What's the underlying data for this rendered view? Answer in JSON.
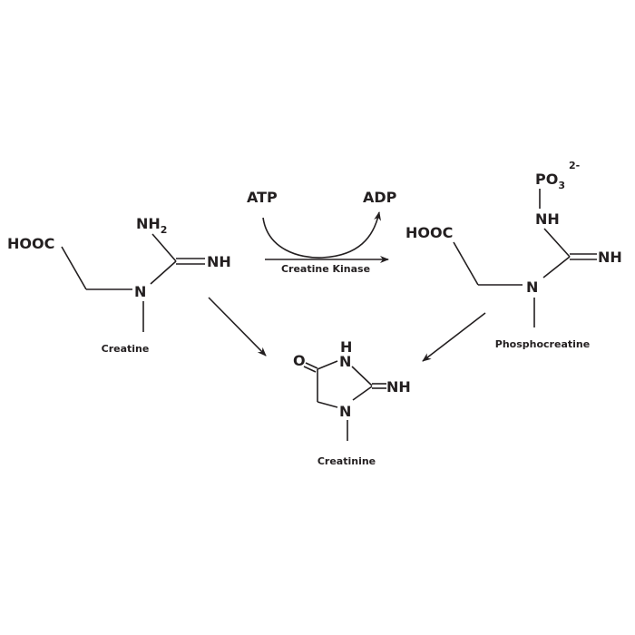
{
  "creatine": {
    "hooc": "HOOC",
    "n": "N",
    "nh2": "NH",
    "nh2_sub": "2",
    "nh": "NH",
    "label": "Creatine"
  },
  "reaction": {
    "atp": "ATP",
    "adp": "ADP",
    "enzyme": "Creatine Kinase"
  },
  "phosphocreatine": {
    "hooc": "HOOC",
    "n": "N",
    "nh_top": "NH",
    "po": "PO",
    "po_sub": "3",
    "charge": "2-",
    "nh": "NH",
    "label": "Phosphocreatine"
  },
  "creatinine": {
    "o": "O",
    "h": "H",
    "n_top": "N",
    "nh": "NH",
    "n_bottom": "N",
    "label": "Creatinine"
  },
  "colors": {
    "ink": "#231f20",
    "background": "#ffffff"
  }
}
